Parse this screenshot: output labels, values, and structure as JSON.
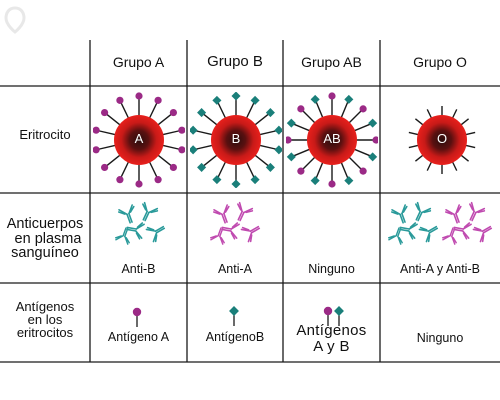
{
  "headers": [
    "Grupo A",
    "Grupo B",
    "Grupo AB",
    "Grupo O"
  ],
  "rows": {
    "erythrocyte": {
      "label": "Eritrocito",
      "cells": [
        "A",
        "B",
        "AB",
        "O"
      ]
    },
    "antibodies": {
      "label_lines": [
        "Anticuerpos",
        "en plasma",
        "sanguíneo"
      ],
      "cells": [
        "Anti-B",
        "Anti-A",
        "Ninguno",
        "Anti-A y Anti-B"
      ]
    },
    "antigens": {
      "label_lines": [
        "Antígenos",
        "en los",
        "eritrocitos"
      ],
      "cells": [
        "Antígeno A",
        "AntígenoB",
        "Antígenos",
        "A y B",
        "Ninguno"
      ]
    }
  },
  "colors": {
    "antigen_a": "#9b2a86",
    "antigen_b": "#1a7f7a",
    "cell_outer": "#e8201c",
    "cell_core": "#2a0e0e",
    "antibody_teal": "#2a9a9a",
    "antibody_magenta": "#c04bb0",
    "grid": "#1a1a1a",
    "logo": "#e8e8e8"
  },
  "icons": [
    "logo-icon",
    "erythrocyte-a-icon",
    "erythrocyte-b-icon",
    "erythrocyte-ab-icon",
    "erythrocyte-o-icon",
    "anti-b-antibody-icon",
    "anti-a-antibody-icon",
    "anti-a-and-b-antibody-icon",
    "antigen-a-icon",
    "antigen-b-icon"
  ]
}
